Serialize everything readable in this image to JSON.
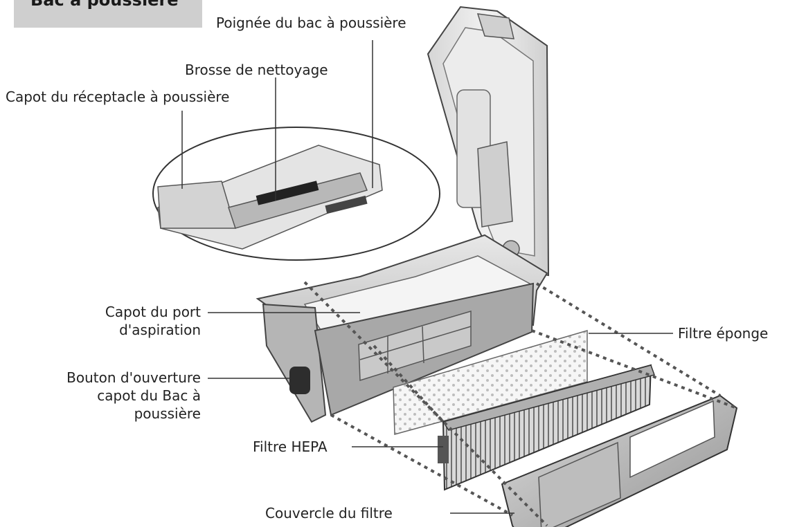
{
  "header": {
    "title": "Bac à poussière"
  },
  "labels": {
    "dust_bin_handle": "Poignée du bac à poussière",
    "cleaning_brush": "Brosse de nettoyage",
    "dust_receptacle_cover": "Capot du réceptacle à poussière",
    "suction_port_cover": [
      "Capot du port",
      "d'aspiration"
    ],
    "sponge_filter": "Filtre éponge",
    "cover_open_button": [
      "Bouton d'ouverture",
      "capot du Bac à",
      "poussière"
    ],
    "hepa_filter": "Filtre HEPA",
    "filter_cover": "Couvercle du filtre"
  },
  "colors": {
    "header_bg": "#cfcfcf",
    "line": "#333333",
    "part_fill": "#e6e6e6",
    "part_dark": "#9a9a9a"
  }
}
